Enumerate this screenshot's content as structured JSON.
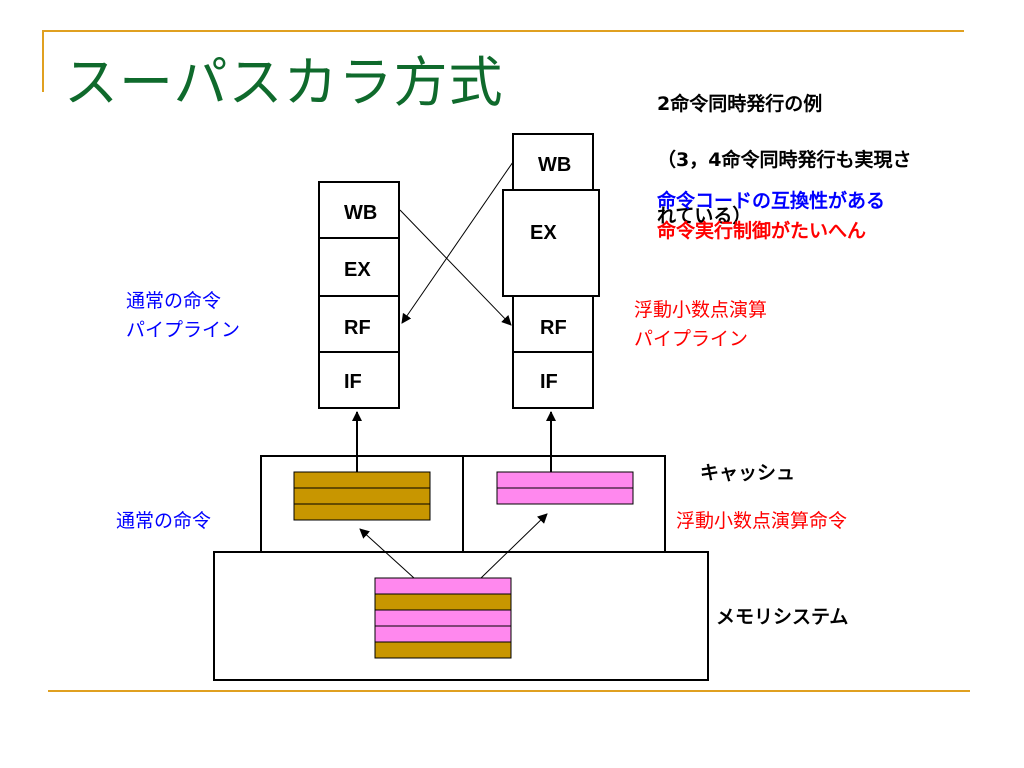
{
  "title": "スーパスカラ方式",
  "note": {
    "line1": "2命令同時発行の例",
    "line2": "（3，4命令同時発行も実現さ",
    "line3": "れている）",
    "compat": "命令コードの互換性がある",
    "control": "命令実行制御がたいへん"
  },
  "left_pipeline": {
    "label_line1": "通常の命令",
    "label_line2": "パイプライン",
    "stages": [
      "WB",
      "EX",
      "RF",
      "IF"
    ]
  },
  "right_pipeline": {
    "label_line1": "浮動小数点演算",
    "label_line2": "パイプライン",
    "stages": [
      "WB",
      "EX",
      "RF",
      "IF"
    ]
  },
  "cache": {
    "label": "キャッシュ"
  },
  "memory": {
    "label": "メモリシステム"
  },
  "normal_instr_label": "通常の命令",
  "fp_instr_label": "浮動小数点演算命令",
  "colors": {
    "title": "#0f6a2c",
    "rule": "#e0a020",
    "normal_instr": "#c89600",
    "fp_instr": "#ff88ee",
    "blue": "#0000ff",
    "red": "#ff0000"
  }
}
